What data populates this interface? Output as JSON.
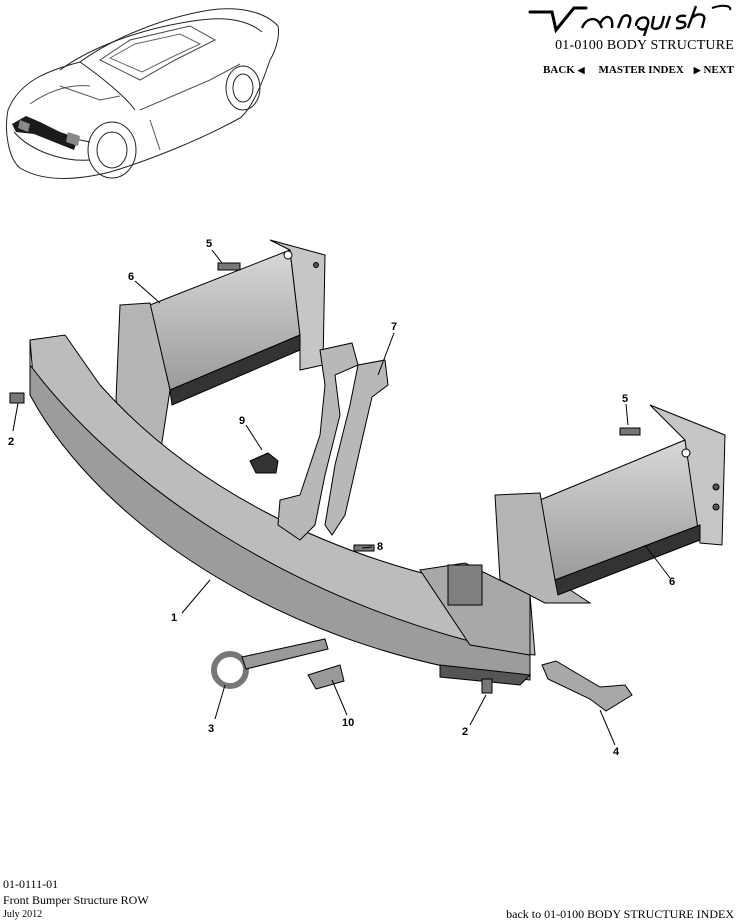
{
  "header": {
    "brand_logo": "Vanquish",
    "section_title": "01-0100 BODY STRUCTURE",
    "nav": {
      "back": "BACK",
      "master_index": "MASTER INDEX",
      "next": "NEXT"
    }
  },
  "diagram": {
    "callouts": [
      "5",
      "6",
      "7",
      "9",
      "2",
      "5",
      "8",
      "6",
      "1",
      "3",
      "10",
      "2",
      "4"
    ]
  },
  "footer": {
    "code": "01-0111-01",
    "title": "Front Bumper Structure ROW",
    "date": "July 2012",
    "back_index": "back to 01-0100 BODY STRUCTURE INDEX"
  },
  "colors": {
    "part_fill": "#c9c9c9",
    "part_dark": "#8a8a8a",
    "line": "#000000"
  }
}
